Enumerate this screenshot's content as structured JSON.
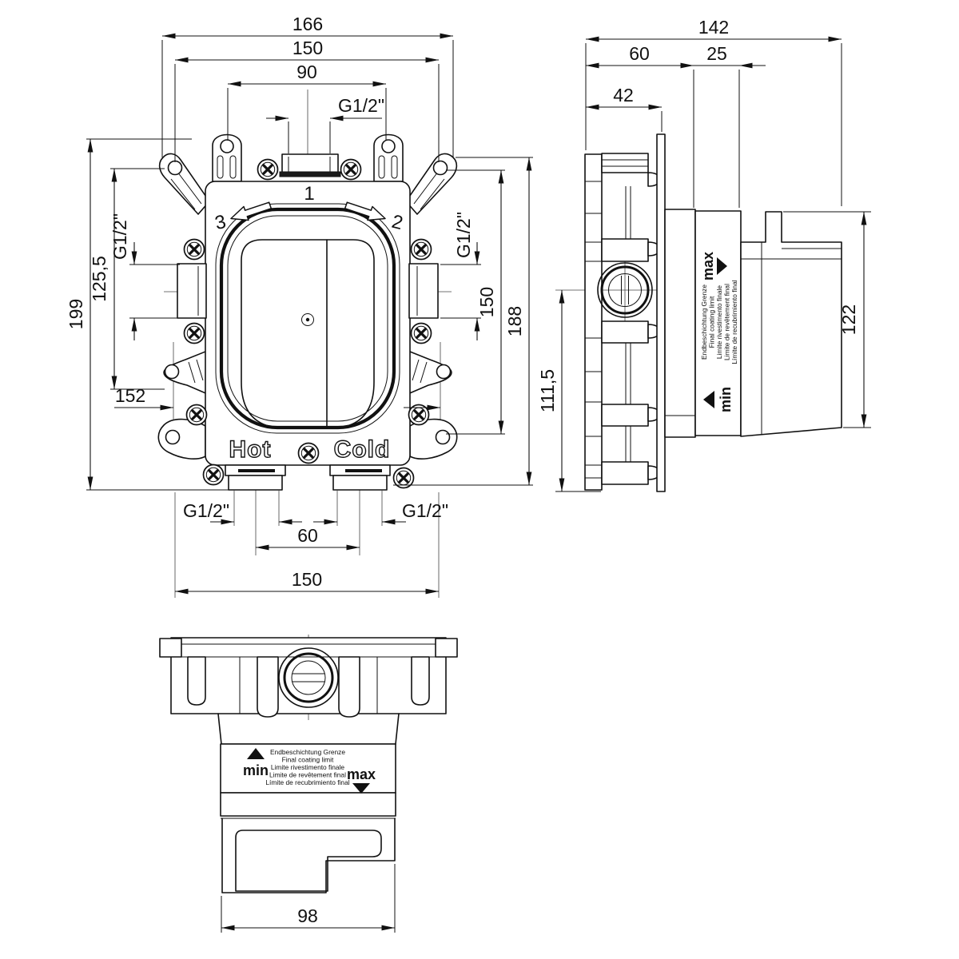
{
  "drawing": {
    "thread_label": "G1/2\"",
    "front": {
      "overall_width": "166",
      "mounting_width": "150",
      "inner_ear_spacing": "90",
      "overall_height": "199",
      "bracket_offset": "125,5",
      "hole_spacing_horizontal": "152",
      "hole_spacing_vertical": "150",
      "right_height": "188",
      "outlet_spacing": "60",
      "outlet_width": "150",
      "port_top": "1",
      "port_right": "2",
      "port_left": "3",
      "hot_label": "Hot",
      "cold_label": "Cold"
    },
    "side": {
      "overall_depth": "142",
      "front_depth": "60",
      "finish_range": "25",
      "bracket_depth": "42",
      "center_height": "111,5",
      "guard_height": "122"
    },
    "bottom": {
      "block_width": "98"
    },
    "coating_limit": {
      "min_label": "min",
      "max_label": "max",
      "lines": [
        "Endbeschichtung Grenze",
        "Final coating limit",
        "Limite rivestimento finale",
        "Limite de revêtement final",
        "Límite de recubrimiento final"
      ]
    }
  }
}
